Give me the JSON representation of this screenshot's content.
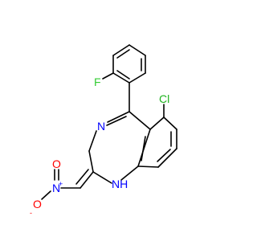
{
  "molecule": {
    "atoms": {
      "fluorine": "F",
      "chlorine": "Cl",
      "ring_nitrogen": "N",
      "amine": "NH",
      "nitro_nitrogen": "N",
      "nitro_oxygen_double": "O",
      "nitro_oxygen_single": "O"
    },
    "charges": {
      "nitro_n_charge": "+",
      "nitro_o_charge": "-"
    },
    "colors": {
      "bond": "#000000",
      "fluorine": "#33cc33",
      "chlorine": "#1fb31f",
      "nitrogen": "#0000ff",
      "oxygen": "#ff0000"
    }
  }
}
